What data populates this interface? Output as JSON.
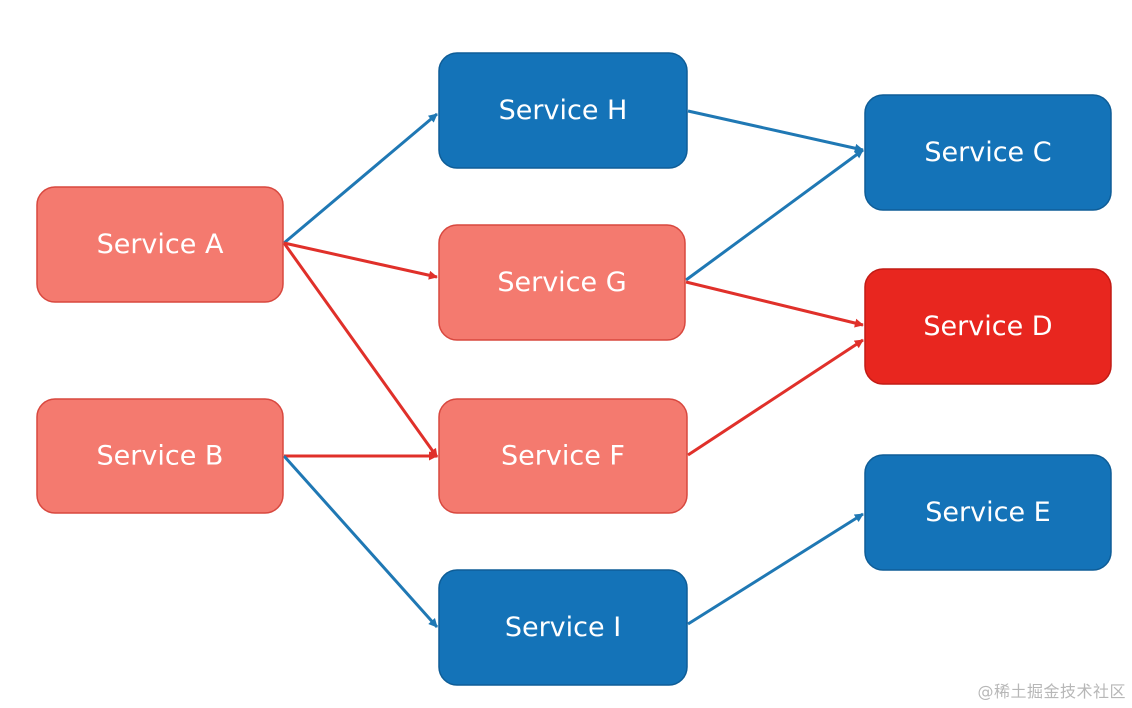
{
  "colors": {
    "healthy_fill": "#1473B8",
    "healthy_stroke": "#0E5D97",
    "degraded_fill": "#F47A6F",
    "degraded_stroke": "#D8483F",
    "failed_fill": "#E8261F",
    "failed_stroke": "#C21B15",
    "healthy_edge": "#1F78B4",
    "failing_edge": "#E0302A"
  },
  "nodes": [
    {
      "id": "A",
      "label": "Service A",
      "status": "degraded"
    },
    {
      "id": "B",
      "label": "Service B",
      "status": "degraded"
    },
    {
      "id": "H",
      "label": "Service H",
      "status": "healthy"
    },
    {
      "id": "G",
      "label": "Service G",
      "status": "degraded"
    },
    {
      "id": "F",
      "label": "Service F",
      "status": "degraded"
    },
    {
      "id": "I",
      "label": "Service I",
      "status": "healthy"
    },
    {
      "id": "C",
      "label": "Service C",
      "status": "healthy"
    },
    {
      "id": "D",
      "label": "Service D",
      "status": "failed"
    },
    {
      "id": "E",
      "label": "Service E",
      "status": "healthy"
    }
  ],
  "edges": [
    {
      "from": "A",
      "to": "H",
      "kind": "healthy"
    },
    {
      "from": "A",
      "to": "G",
      "kind": "failing"
    },
    {
      "from": "A",
      "to": "F",
      "kind": "failing"
    },
    {
      "from": "B",
      "to": "F",
      "kind": "failing"
    },
    {
      "from": "B",
      "to": "I",
      "kind": "healthy"
    },
    {
      "from": "H",
      "to": "C",
      "kind": "healthy"
    },
    {
      "from": "G",
      "to": "C",
      "kind": "healthy"
    },
    {
      "from": "G",
      "to": "D",
      "kind": "failing"
    },
    {
      "from": "F",
      "to": "D",
      "kind": "failing"
    },
    {
      "from": "I",
      "to": "E",
      "kind": "healthy"
    }
  ],
  "watermark": "@稀土掘金技术社区"
}
